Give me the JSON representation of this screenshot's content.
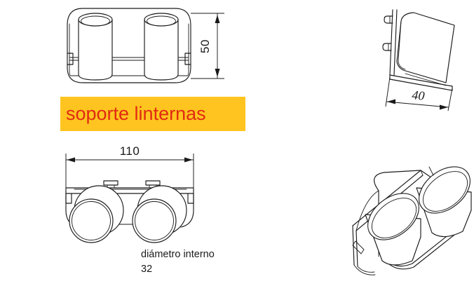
{
  "document": {
    "title": "soporte linternas",
    "background_color": "#ffffff",
    "line_color": "#1a1a1a"
  },
  "title_band": {
    "text": "soporte linternas",
    "background_color": "#FFC41F",
    "text_color": "#E02B12"
  },
  "views": {
    "front": {
      "name": "front-elevation-view",
      "dimension": {
        "value": "50",
        "orientation": "vertical",
        "units": "mm"
      }
    },
    "side": {
      "name": "side-elevation-view",
      "dimension": {
        "value": "40",
        "orientation": "slanted",
        "units": "mm"
      }
    },
    "top": {
      "name": "top-plan-view",
      "dimension": {
        "value": "110",
        "orientation": "horizontal",
        "units": "mm"
      },
      "note_line1": "diámetro interno",
      "note_line2": "32"
    },
    "isometric": {
      "name": "isometric-3d-view"
    }
  }
}
